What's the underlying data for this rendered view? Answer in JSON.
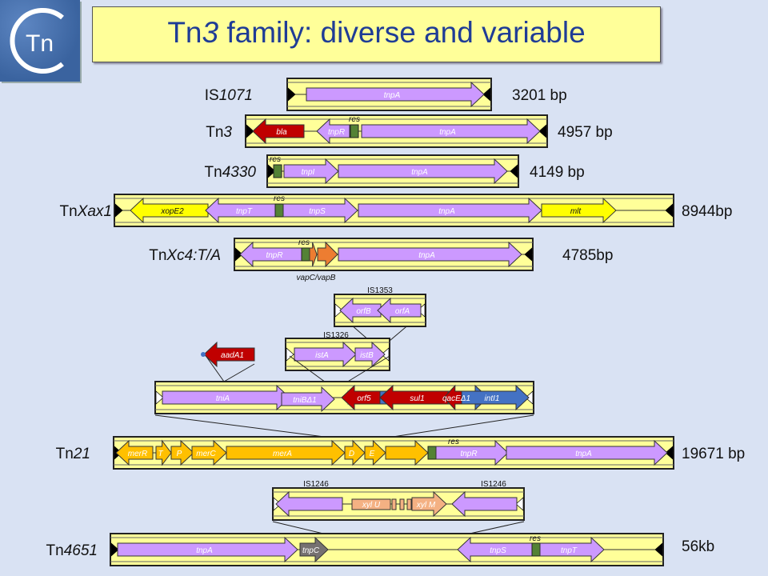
{
  "title": {
    "prefix": "Tn",
    "italic": "3",
    "rest": " family: diverse and variable"
  },
  "logo": {
    "text": "Tn"
  },
  "colors": {
    "box": "#ffff99",
    "purple": "#cc99ff",
    "red": "#c00000",
    "green": "#548235",
    "orange": "#ed7d31",
    "gold": "#ffc000",
    "yellow": "#ffff00",
    "blue": "#4472c4",
    "grey": "#767171",
    "salmon": "#f4b183",
    "title": "#1f3c96"
  },
  "elements": {
    "is1071": {
      "prefix": "IS",
      "italic": "1071",
      "size": "3201 bp",
      "genes": [
        "tnpA"
      ]
    },
    "tn3": {
      "prefix": "Tn",
      "italic": "3",
      "size": "4957 bp",
      "res": "res",
      "genes": [
        "bla",
        "tnpR",
        "tnpA"
      ]
    },
    "tn4330": {
      "prefix": "Tn",
      "italic": "4330",
      "size": "4149 bp",
      "res": "res",
      "genes": [
        "tnpI",
        "tnpA"
      ]
    },
    "tnxax1": {
      "prefix": "Tn",
      "italic": "Xax1",
      "size": "8944bp",
      "res": "res",
      "genes": [
        "xopE2",
        "tnpT",
        "tnpS",
        "tnpA",
        "mlt"
      ]
    },
    "tnxc4": {
      "prefix": "Tn",
      "italic": "Xc4:T/A",
      "size": "4785bp",
      "res": "res",
      "note": "vapC/vapB",
      "genes": [
        "tnpR",
        "tnpA"
      ]
    },
    "is1353": {
      "label": "IS1353",
      "genes": [
        "orfB",
        "orfA"
      ]
    },
    "is1326": {
      "label": "IS1326",
      "genes": [
        "istA",
        "istB"
      ]
    },
    "aada1": {
      "genes": [
        "aadA1"
      ]
    },
    "tn21ins": {
      "genes": [
        "tniA",
        "tniBΔ1",
        "orf5",
        "sul1",
        "qacEΔ1",
        "intI1"
      ]
    },
    "tn21": {
      "prefix": "Tn",
      "italic": "21",
      "size": "19671 bp",
      "res": "res",
      "genes": [
        "merR",
        "T",
        "P",
        "merC",
        "merA",
        "D",
        "E",
        "tnpR",
        "tnpA"
      ]
    },
    "is1246": {
      "label_left": "IS1246",
      "label_right": "IS1246",
      "genes": [
        "xyl U",
        "xyl M"
      ]
    },
    "tn4651": {
      "prefix": "Tn",
      "italic": "4651",
      "size": "56kb",
      "res": "res",
      "genes": [
        "tnpA",
        "tnpC",
        "tnpS",
        "tnpT"
      ]
    }
  }
}
